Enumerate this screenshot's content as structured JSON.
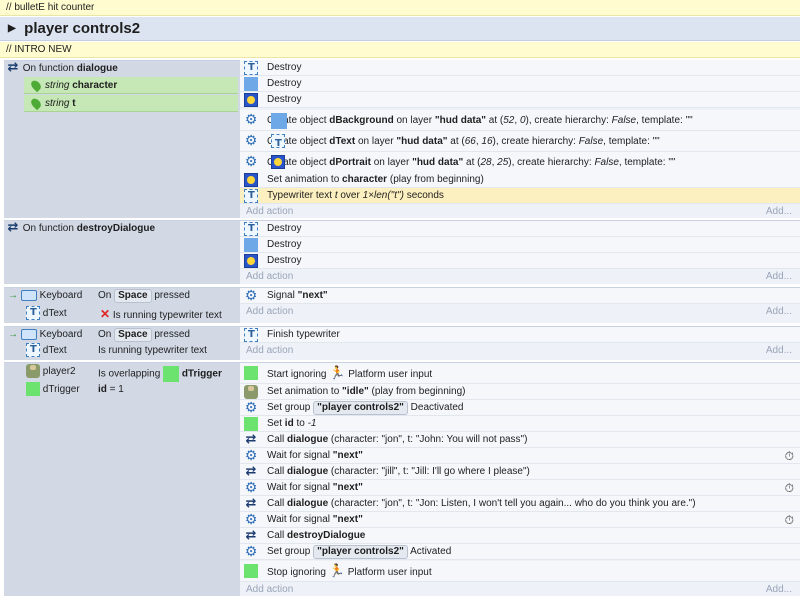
{
  "comments": {
    "top": "// bulletE hit counter",
    "intro": "// INTRO NEW"
  },
  "group": {
    "title": "player controls2"
  },
  "add_action": "Add action",
  "add_more": "Add...",
  "ev1": {
    "cond_prefix": "On function",
    "cond_name": "dialogue",
    "params": [
      {
        "type": "string",
        "name": "character"
      },
      {
        "type": "string",
        "name": "t"
      }
    ],
    "actions": [
      {
        "icon": "text-object-icon",
        "verb": "Destroy"
      },
      {
        "icon": "sprite-object-icon",
        "verb": "Destroy"
      },
      {
        "icon": "portrait-object-icon",
        "verb": "Destroy"
      }
    ],
    "create1": {
      "pre": "Create object",
      "obj": "dBackground",
      "mid": "on layer",
      "layer": "\"hud data\"",
      "at": "at (",
      "x": "52",
      "y": "0",
      "hier": "), create hierarchy:",
      "hv": "False",
      "tpl": ", template: \"\""
    },
    "create2": {
      "pre": "Create object",
      "obj": "dText",
      "mid": "on layer",
      "layer": "\"hud data\"",
      "at": "at (",
      "x": "66",
      "y": "16",
      "hier": "), create hierarchy:",
      "hv": "False",
      "tpl": ", template: \"\""
    },
    "create3": {
      "pre": "Create object",
      "obj": "dPortrait",
      "mid": "on layer",
      "layer": "\"hud data\"",
      "at": "at (",
      "x": "28",
      "y": "25",
      "hier": "), create hierarchy:",
      "hv": "False",
      "tpl": ", template: \"\""
    },
    "setanim": {
      "pre": "Set animation to",
      "val": "character",
      "post": "(play from beginning)"
    },
    "typewriter": {
      "pre": "Typewriter text",
      "var": "t",
      "mid": "over",
      "expr": "1×len(\"t\")",
      "post": "seconds"
    }
  },
  "ev2": {
    "cond_prefix": "On function",
    "cond_name": "destroyDialogue",
    "actions": [
      "Destroy",
      "Destroy",
      "Destroy"
    ]
  },
  "ev3": {
    "c1_obj": "Keyboard",
    "c1_pre": "On",
    "c1_key": "Space",
    "c1_post": "pressed",
    "c2_obj": "dText",
    "c2_text": "Is running typewriter text",
    "a1_pre": "Signal",
    "a1_val": "\"next\""
  },
  "ev4": {
    "c1_obj": "Keyboard",
    "c1_pre": "On",
    "c1_key": "Space",
    "c1_post": "pressed",
    "c2_obj": "dText",
    "c2_text": "Is running typewriter text",
    "a1": "Finish typewriter"
  },
  "ev5": {
    "c1_obj": "player2",
    "c1_pre": "Is overlapping",
    "c1_val": "dTrigger",
    "c2_obj": "dTrigger",
    "c2_var": "id",
    "c2_eq": "= 1",
    "start_ignore": {
      "pre": "Start ignoring",
      "post": "Platform user input"
    },
    "anim": {
      "pre": "Set animation to",
      "val": "\"idle\"",
      "post": "(play from beginning)"
    },
    "group_off": {
      "pre": "Set group",
      "val": "\"player controls2\"",
      "post": "Deactivated"
    },
    "set_id": {
      "pre": "Set",
      "var": "id",
      "mid": "to",
      "val": "-1"
    },
    "call1": {
      "pre": "Call",
      "fn": "dialogue",
      "args": "(character: \"jon\", t: \"John: You will not pass\")"
    },
    "wait1": {
      "pre": "Wait for signal",
      "val": "\"next\""
    },
    "call2": {
      "pre": "Call",
      "fn": "dialogue",
      "args": "(character: \"jill\", t: \"Jill: I'll go where I please\")"
    },
    "wait2": {
      "pre": "Wait for signal",
      "val": "\"next\""
    },
    "call3": {
      "pre": "Call",
      "fn": "dialogue",
      "args": "(character: \"jon\", t: \"Jon: Listen, I won't tell you again... who do you think you are.\")"
    },
    "wait3": {
      "pre": "Wait for signal",
      "val": "\"next\""
    },
    "call4": {
      "pre": "Call",
      "fn": "destroyDialogue"
    },
    "group_on": {
      "pre": "Set group",
      "val": "\"player controls2\"",
      "post": "Activated"
    },
    "stop_ignore": {
      "pre": "Stop ignoring",
      "post": "Platform user input"
    }
  }
}
